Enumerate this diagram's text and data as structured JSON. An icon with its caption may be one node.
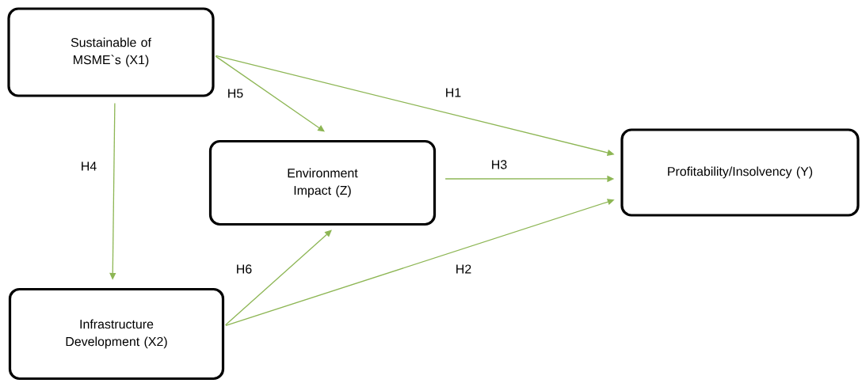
{
  "diagram": {
    "nodes": [
      {
        "text": [
          "Sustainable of MSME`s (X1)"
        ]
      },
      {
        "text": [
          "Environment Impact (Z)"
        ]
      },
      {
        "text": [
          "Profitability/Insolvency (Y)"
        ]
      },
      {
        "text": [
          "Infrastructure Development (X2)"
        ]
      }
    ],
    "edges": [
      {
        "from": 0,
        "to": 2,
        "arrow": "to",
        "label": "H1"
      },
      {
        "from": 0,
        "to": 1,
        "arrow": "to",
        "label": "H5"
      },
      {
        "from": 0,
        "to": 3,
        "arrow": "to",
        "label": "H4"
      },
      {
        "from": 1,
        "to": 2,
        "arrow": "to",
        "label": "H3"
      },
      {
        "from": 3,
        "to": 2,
        "arrow": "to",
        "label": "H2"
      },
      {
        "from": 3,
        "to": 1,
        "arrow": "to",
        "label": "H6"
      }
    ]
  }
}
